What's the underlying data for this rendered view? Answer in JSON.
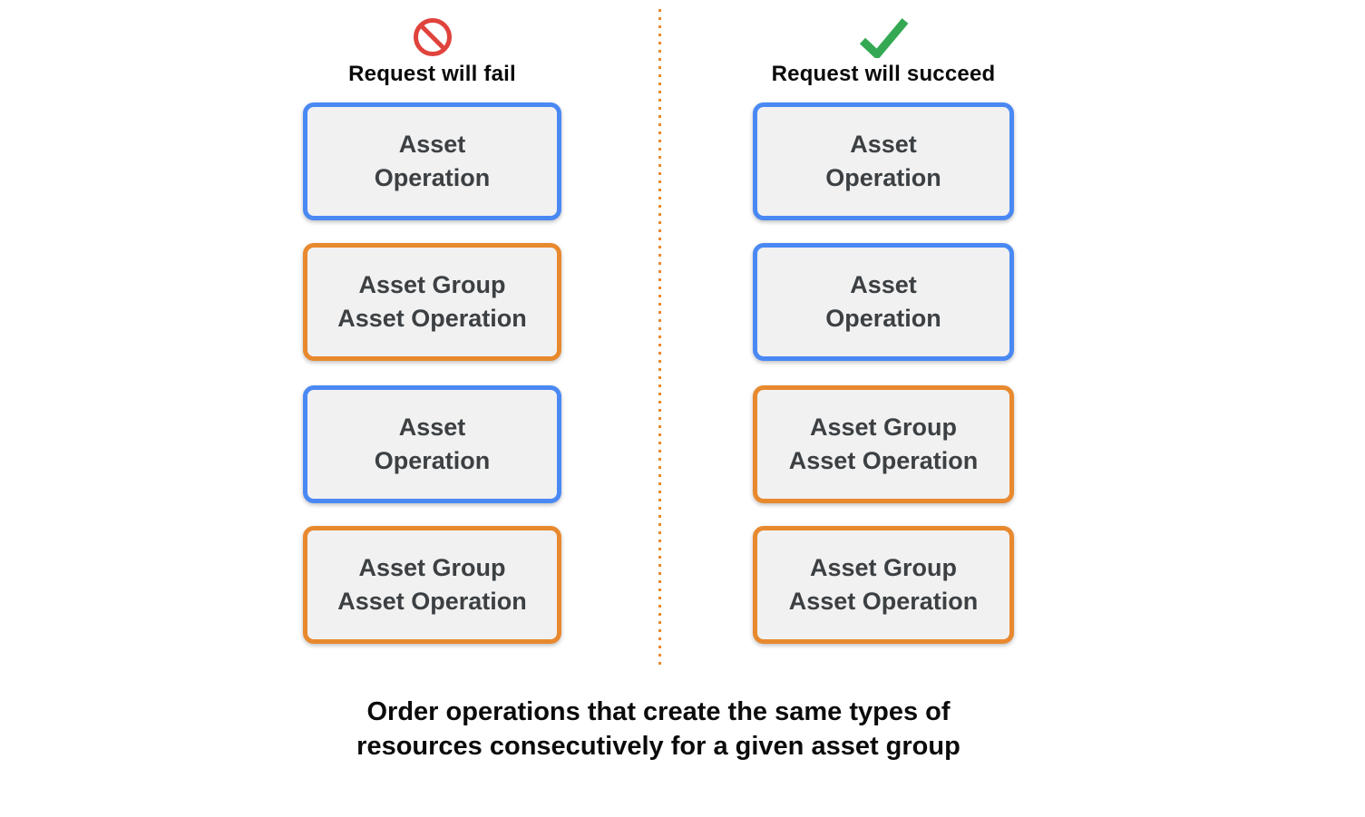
{
  "columns": [
    {
      "id": "fail",
      "icon": "prohibition-icon",
      "header": "Request will fail",
      "boxes": [
        {
          "lines": [
            "Asset",
            "Operation"
          ],
          "color": "blue"
        },
        {
          "lines": [
            "Asset Group",
            "Asset Operation"
          ],
          "color": "orange"
        },
        {
          "lines": [
            "Asset",
            "Operation"
          ],
          "color": "blue"
        },
        {
          "lines": [
            "Asset Group",
            "Asset Operation"
          ],
          "color": "orange"
        }
      ]
    },
    {
      "id": "succeed",
      "icon": "checkmark-icon",
      "header": "Request will succeed",
      "boxes": [
        {
          "lines": [
            "Asset",
            "Operation"
          ],
          "color": "blue"
        },
        {
          "lines": [
            "Asset",
            "Operation"
          ],
          "color": "blue"
        },
        {
          "lines": [
            "Asset Group",
            "Asset Operation"
          ],
          "color": "orange"
        },
        {
          "lines": [
            "Asset Group",
            "Asset Operation"
          ],
          "color": "orange"
        }
      ]
    }
  ],
  "caption": "Order operations that create the same types of resources consecutively for a given asset group",
  "colors": {
    "blue": "#4a89f4",
    "orange": "#e8892e",
    "red": "#e0433c",
    "green": "#34a853",
    "box_fill": "#f1f1f1",
    "box_text": "#3c4043",
    "heading_text": "#0b0b0b"
  }
}
